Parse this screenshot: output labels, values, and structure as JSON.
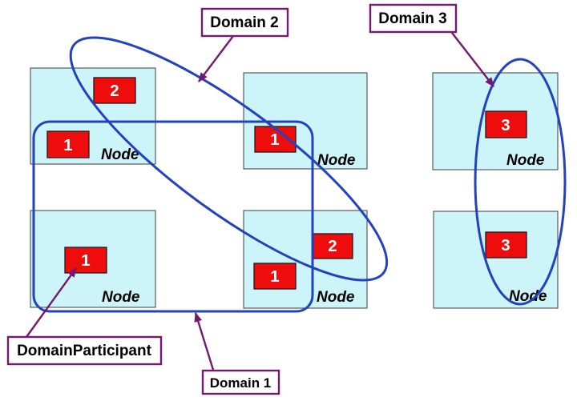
{
  "colors": {
    "background": "#FFFFFF",
    "node_fill": "#CDF4F8",
    "node_border": "#3C3C3C",
    "node_label_color": "#000000",
    "participant_fill": "#EE0C0C",
    "participant_border": "#1C1C1C",
    "participant_text": "#FFFFFF",
    "domain_line": "#2342BE",
    "callout_fill": "#FFFFFF",
    "callout_border": "#73196F",
    "callout_text": "#000000"
  },
  "nodes": [
    {
      "label": "Node"
    },
    {
      "label": "Node"
    },
    {
      "label": "Node"
    },
    {
      "label": "Node"
    },
    {
      "label": "Node"
    },
    {
      "label": "Node"
    }
  ],
  "participants": [
    {
      "value": "2"
    },
    {
      "value": "1"
    },
    {
      "value": "1"
    },
    {
      "value": "3"
    },
    {
      "value": "1"
    },
    {
      "value": "2"
    },
    {
      "value": "1"
    },
    {
      "value": "3"
    }
  ],
  "callouts": [
    {
      "label": "Domain 2"
    },
    {
      "label": "Domain 3"
    },
    {
      "label": "DomainParticipant"
    },
    {
      "label": "Domain 1"
    }
  ]
}
